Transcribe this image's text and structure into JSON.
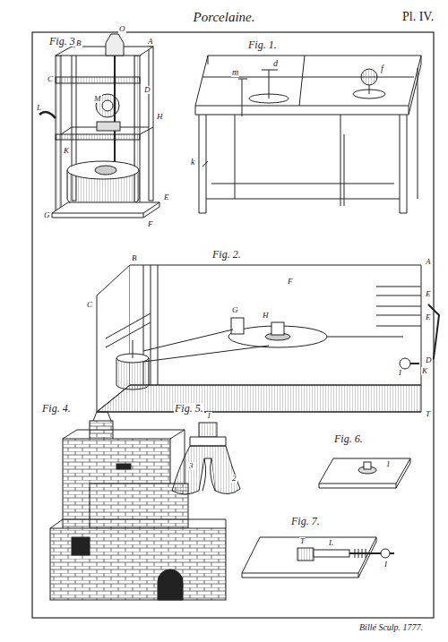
{
  "diagram": {
    "title": "Porcelaine.",
    "labels": [
      "Pl. IV.",
      "Fig. 3.",
      "O",
      "B",
      "A",
      "C",
      "D",
      "M",
      "H",
      "L",
      "K",
      "E",
      "G",
      "F",
      "Fig. 1.",
      "m",
      "d",
      "f",
      "k",
      "Fig. 2.",
      "B",
      "A",
      "C",
      "F",
      "E",
      "E",
      "G",
      "H",
      "D",
      "I",
      "K",
      "T",
      "Fig. 4.",
      "Fig. 5.",
      "1",
      "2",
      "3",
      "Fig. 6.",
      "1",
      "Fig. 7.",
      "T",
      "L",
      "I",
      "Billé Sculp. 1777."
    ]
  }
}
